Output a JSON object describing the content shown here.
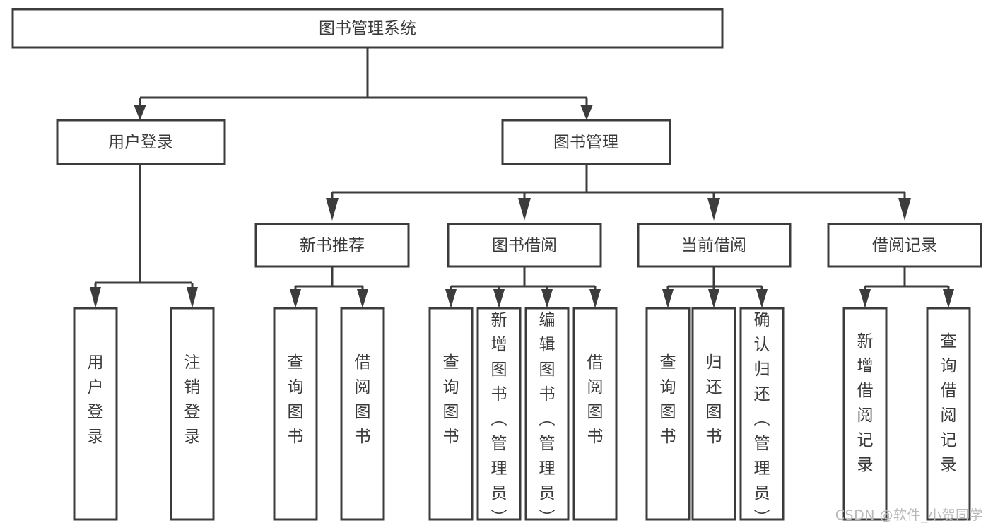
{
  "diagram": {
    "type": "tree-hierarchy-flowchart",
    "title": "图书管理系统",
    "colors": {
      "box_stroke": "#3c3c3c",
      "box_fill": "#ffffff",
      "connector": "#3c3c3c",
      "text": "#3a3a3a",
      "background": "#ffffff",
      "watermark": "#b9b9b9"
    },
    "levels": [
      {
        "level": 1,
        "nodes": [
          {
            "id": "root",
            "label": "图书管理系统",
            "orientation": "horizontal"
          }
        ]
      },
      {
        "level": 2,
        "nodes": [
          {
            "id": "user-login",
            "label": "用户登录",
            "orientation": "horizontal",
            "parent": "root"
          },
          {
            "id": "book-manage",
            "label": "图书管理",
            "orientation": "horizontal",
            "parent": "root"
          }
        ]
      },
      {
        "level": 3,
        "nodes": [
          {
            "id": "new-book-rec",
            "label": "新书推荐",
            "orientation": "horizontal",
            "parent": "book-manage"
          },
          {
            "id": "book-borrow",
            "label": "图书借阅",
            "orientation": "horizontal",
            "parent": "book-manage"
          },
          {
            "id": "current-borrow",
            "label": "当前借阅",
            "orientation": "horizontal",
            "parent": "book-manage"
          },
          {
            "id": "borrow-record",
            "label": "借阅记录",
            "orientation": "horizontal",
            "parent": "book-manage"
          }
        ]
      },
      {
        "level": 4,
        "nodes": [
          {
            "id": "leaf-user-login",
            "label": "用户登录",
            "orientation": "vertical",
            "parent": "user-login"
          },
          {
            "id": "leaf-logout",
            "label": "注销登录",
            "orientation": "vertical",
            "parent": "user-login"
          },
          {
            "id": "leaf-query-book-1",
            "label": "查询图书",
            "orientation": "vertical",
            "parent": "new-book-rec"
          },
          {
            "id": "leaf-borrow-book-1",
            "label": "借阅图书",
            "orientation": "vertical",
            "parent": "new-book-rec"
          },
          {
            "id": "leaf-query-book-2",
            "label": "查询图书",
            "orientation": "vertical",
            "parent": "book-borrow"
          },
          {
            "id": "leaf-add-book",
            "label": "新增图书（管理员）",
            "orientation": "vertical",
            "parent": "book-borrow"
          },
          {
            "id": "leaf-edit-book",
            "label": "编辑图书（管理员）",
            "orientation": "vertical",
            "parent": "book-borrow"
          },
          {
            "id": "leaf-borrow-book-2",
            "label": "借阅图书",
            "orientation": "vertical",
            "parent": "book-borrow"
          },
          {
            "id": "leaf-query-book-3",
            "label": "查询图书",
            "orientation": "vertical",
            "parent": "current-borrow"
          },
          {
            "id": "leaf-return-book",
            "label": "归还图书",
            "orientation": "vertical",
            "parent": "current-borrow"
          },
          {
            "id": "leaf-confirm-return",
            "label": "确认归还（管理员）",
            "orientation": "vertical",
            "parent": "current-borrow"
          },
          {
            "id": "leaf-add-record",
            "label": "新增借阅记录",
            "orientation": "vertical",
            "parent": "borrow-record"
          },
          {
            "id": "leaf-query-record",
            "label": "查询借阅记录",
            "orientation": "vertical",
            "parent": "borrow-record"
          }
        ]
      }
    ]
  },
  "watermark": {
    "text": "CSDN @软件_小贺同学"
  }
}
